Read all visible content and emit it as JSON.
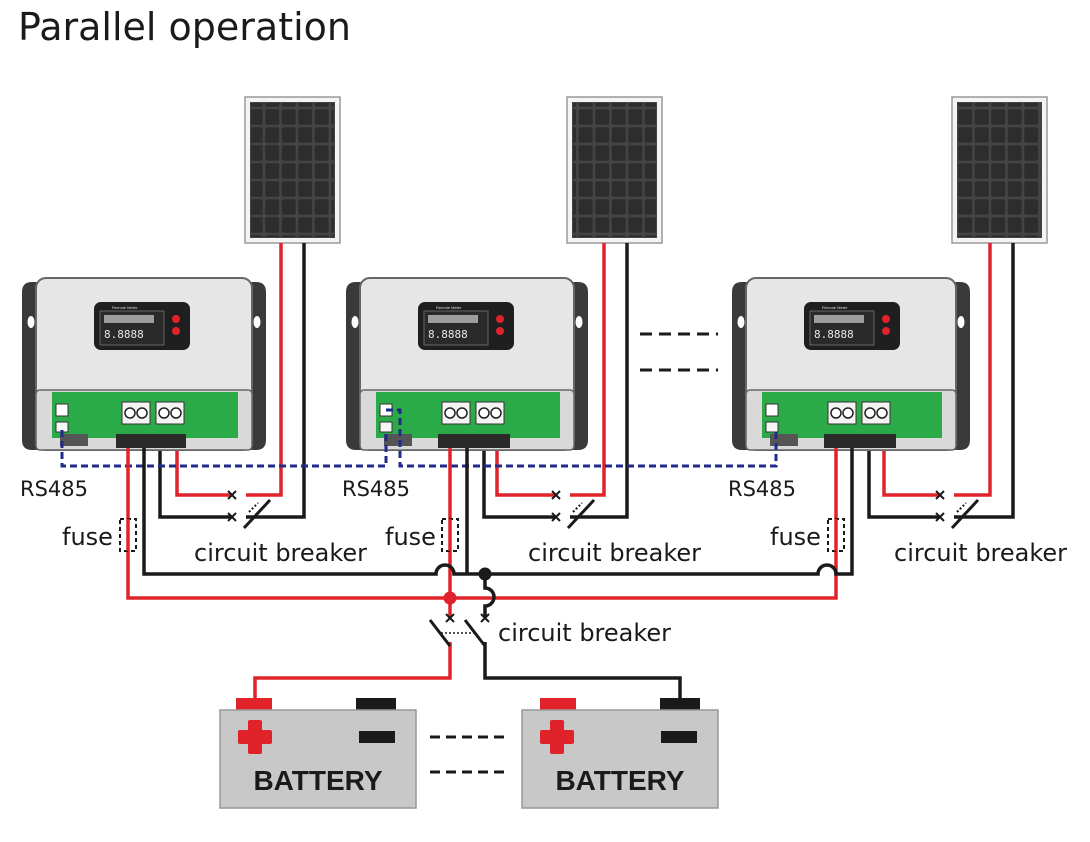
{
  "title": "Parallel operation",
  "labels": {
    "rs485": "RS485",
    "fuse": "fuse",
    "circuit_breaker": "circuit breaker",
    "battery": "BATTERY",
    "remote_meter": "Remote Meter",
    "lcd_digits": "8.8888"
  },
  "colors": {
    "positive_wire": "#e0232b",
    "negative_wire": "#1a1a1a",
    "rs485_cable": "#1f2a8a",
    "board": "#2bab48",
    "controller_body": "#e6e6e6",
    "battery_body": "#c8c8c8"
  }
}
